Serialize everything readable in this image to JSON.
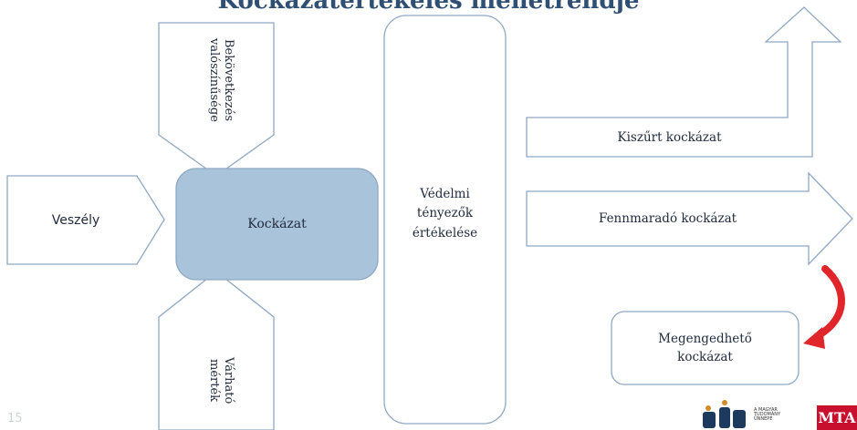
{
  "title": "Kockázatértékelés menetrendje",
  "page_number": "15",
  "nodes": {
    "hazard": "Veszély",
    "probability": "Bekövetkezés valószínűsége",
    "risk": "Kockázat",
    "magnitude": "Várható mérték",
    "protection": "Védelmi tényezők értékelése",
    "filtered": "Kiszűrt kockázat",
    "residual": "Fennmaradó kockázat",
    "acceptable": "Megengedhető kockázat"
  },
  "logo": {
    "org_text": "A MAGYAR TUDOMÁNY ÜNNEPE",
    "badge": "MTA"
  },
  "colors": {
    "outline": "#8fa8c4",
    "risk_fill": "#a9c3db",
    "accent_red": "#e0262b",
    "text": "#1f2a3c"
  }
}
